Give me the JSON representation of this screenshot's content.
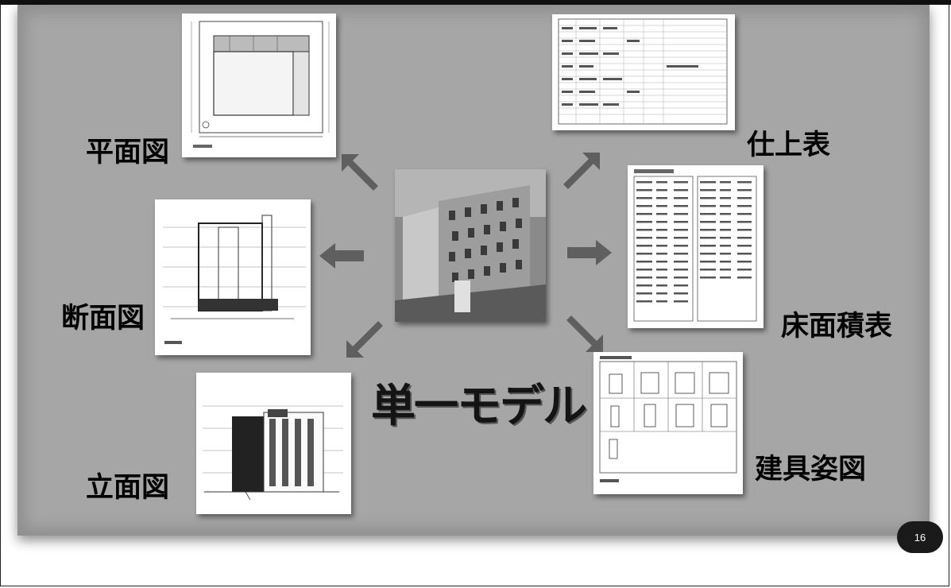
{
  "slide": {
    "labels": {
      "plan": "平面図",
      "section": "断面図",
      "elevation": "立面図",
      "finish_schedule": "仕上表",
      "floor_area_table": "床面積表",
      "door_window_elevation": "建具姿図"
    },
    "center_title": "単一モデル",
    "page_number": "16"
  }
}
